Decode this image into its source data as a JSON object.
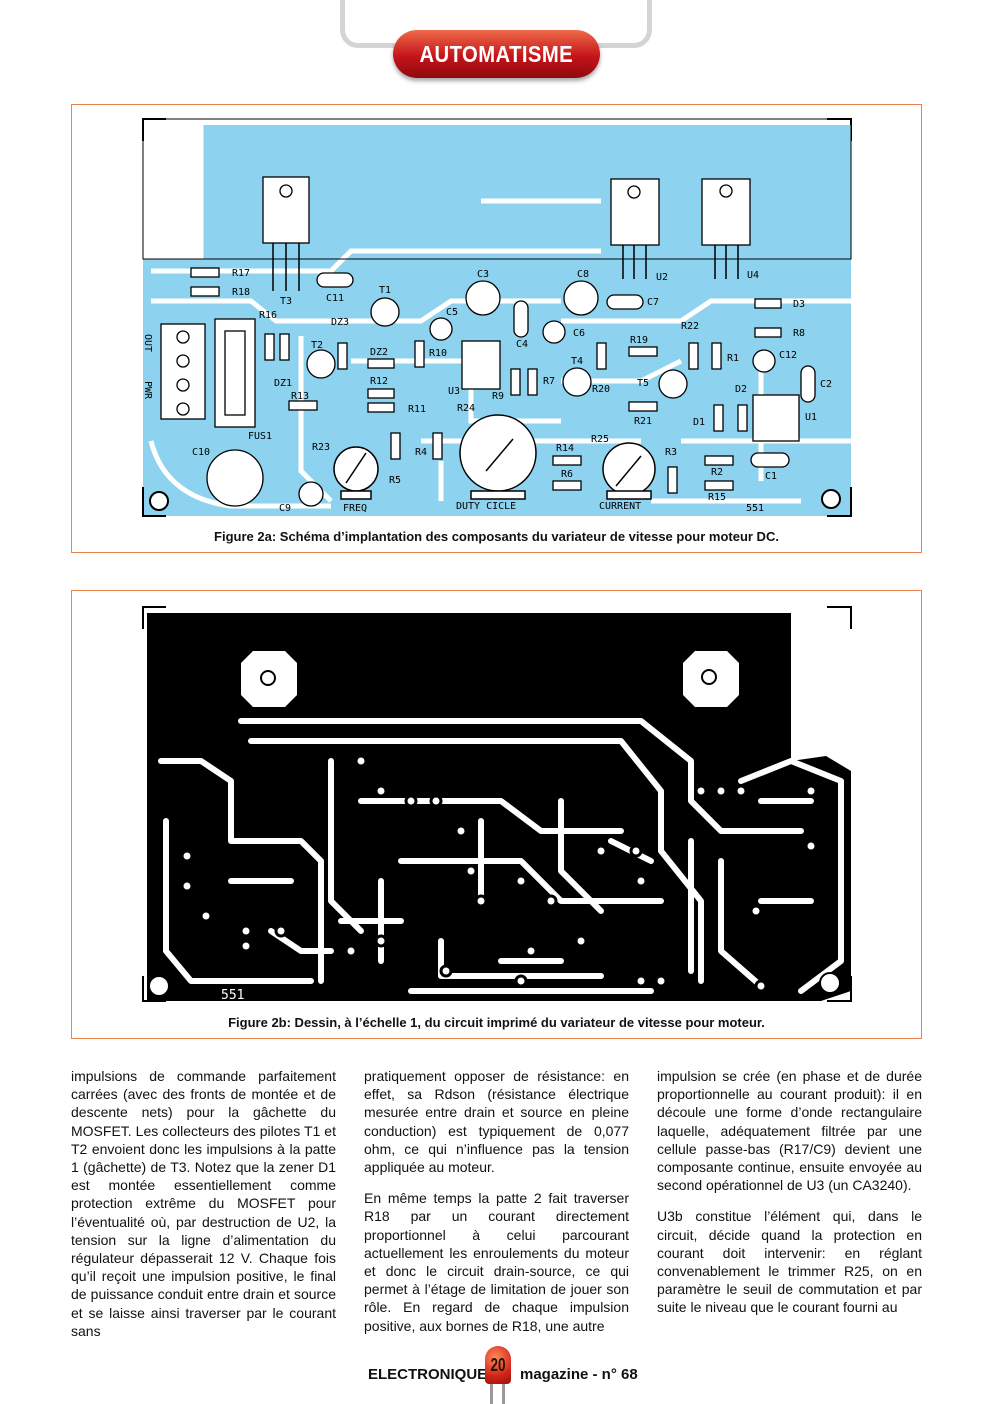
{
  "header": {
    "section": "AUTOMATISME"
  },
  "figure_a": {
    "caption": "Figure 2a: Schéma d’implantation des composants du variateur de vitesse pour moteur DC.",
    "labels": {
      "r17": "R17",
      "r18": "R18",
      "t3": "T3",
      "c11": "C11",
      "t1": "T1",
      "c3": "C3",
      "c8": "C8",
      "u2": "U2",
      "u4": "U4",
      "d3": "D3",
      "r8": "R8",
      "c7": "C7",
      "r16": "R16",
      "dz3": "DZ3",
      "c5": "C5",
      "c4": "C4",
      "c6": "C6",
      "r22": "R22",
      "r19": "R19",
      "r1": "R1",
      "c12": "C12",
      "out": "OUT",
      "pwr": "PWR",
      "t2": "T2",
      "dz2": "DZ2",
      "r10": "R10",
      "t4": "T4",
      "r12": "R12",
      "r7": "R7",
      "r20": "R20",
      "t5": "T5",
      "d2": "D2",
      "c2": "C2",
      "dz1": "DZ1",
      "r13": "R13",
      "u3": "U3",
      "r9": "R9",
      "r11": "R11",
      "r24": "R24",
      "r21": "R21",
      "d1": "D1",
      "u1": "U1",
      "fus1": "FUS1",
      "r23": "R23",
      "r4": "R4",
      "r14": "R14",
      "r25": "R25",
      "r3": "R3",
      "c10": "C10",
      "r5": "R5",
      "r6": "R6",
      "r2": "R2",
      "c1": "C1",
      "c9": "C9",
      "freq": "FREQ",
      "duty": "DUTY CICLE",
      "current": "CURRENT",
      "r15": "R15",
      "id": "551"
    }
  },
  "figure_b": {
    "caption": "Figure 2b: Dessin, à l’échelle 1, du circuit imprimé du variateur de vitesse pour moteur.",
    "board_id": "551"
  },
  "columns": [
    [
      "impulsions de commande parfaitement carrées (avec des fronts de montée et de descente nets) pour la gâchette du MOSFET. Les collecteurs des pilotes T1 et T2 envoient donc les impulsions à la patte 1 (gâchette) de T3. Notez que la zener D1 est montée essentiellement comme protection extrême du MOSFET pour l’éventualité où, par destruction de U2, la tension sur la ligne d’alimentation du régulateur dépasserait 12 V. Chaque fois qu’il reçoit une impulsion positive, le final de puissance conduit entre drain et source et se laisse ainsi traverser par le courant sans"
    ],
    [
      "pratiquement opposer de résistance: en effet, sa Rdson (résistance électrique mesurée entre drain et source en pleine conduction) est typiquement de 0,077 ohm, ce qui n’influence pas la tension appliquée au moteur.",
      "En même temps la patte 2 fait traverser R18 par un courant directement proportionnel à celui parcourant actuellement les enroulements du moteur et donc le circuit drain-source, ce qui permet à l’étage de limitation de jouer son rôle. En regard de chaque impulsion positive, aux bornes de R18, une autre"
    ],
    [
      "impulsion se crée (en phase et de durée proportionnelle au courant produit): il en découle une forme d’onde rectangulaire laquelle, adéquatement filtrée par une cellule passe-bas (R17/C9) devient une composante continue, ensuite envoyée au second opérationnel de U3 (un CA3240).",
      "U3b constitue l’élément qui, dans le circuit, décide quand la protection en courant doit intervenir: en réglant convenablement le trimmer R25, on en paramètre le seuil de commutation et par suite le niveau que le courant fourni au"
    ]
  ],
  "footer": {
    "magazine": "ELECTRONIQUE",
    "page": "20",
    "issue": "magazine - n° 68"
  },
  "colors": {
    "accent": "#d3251a",
    "frame": "#e8864e",
    "copper": "#8dd3ef",
    "pcb": "#000000"
  }
}
